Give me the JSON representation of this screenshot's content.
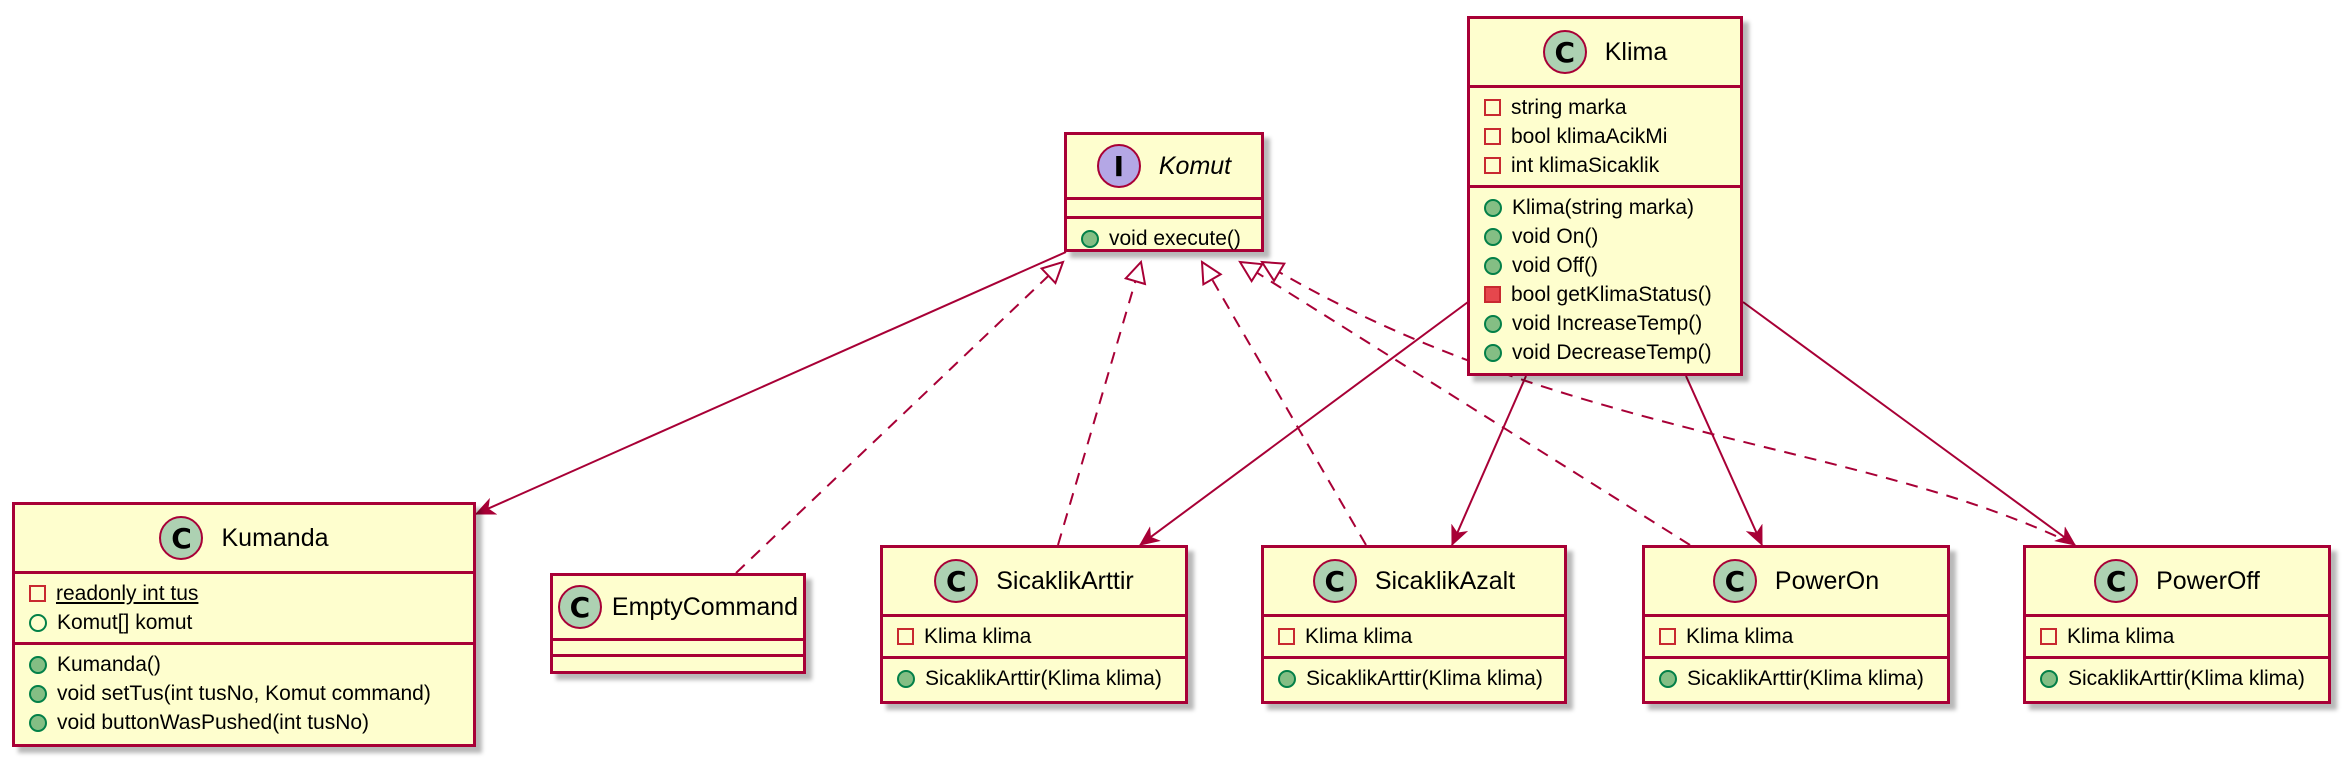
{
  "diagram": {
    "classes": {
      "komut": {
        "stereotype": "I",
        "name": "Komut",
        "attributes": [],
        "methods": [
          {
            "vis": "public",
            "text": "void execute()"
          }
        ]
      },
      "klima": {
        "stereotype": "C",
        "name": "Klima",
        "attributes": [
          {
            "vis": "private",
            "text": "string marka"
          },
          {
            "vis": "private",
            "text": "bool klimaAcikMi"
          },
          {
            "vis": "private",
            "text": "int klimaSicaklik"
          }
        ],
        "methods": [
          {
            "vis": "public",
            "text": "Klima(string marka)"
          },
          {
            "vis": "public",
            "text": "void On()"
          },
          {
            "vis": "public",
            "text": "void Off()"
          },
          {
            "vis": "private-method",
            "text": "bool getKlimaStatus()"
          },
          {
            "vis": "public",
            "text": "void IncreaseTemp()"
          },
          {
            "vis": "public",
            "text": "void DecreaseTemp()"
          }
        ]
      },
      "kumanda": {
        "stereotype": "C",
        "name": "Kumanda",
        "attributes": [
          {
            "vis": "private",
            "text": "readonly int tus",
            "static": true
          },
          {
            "vis": "public-field",
            "text": "Komut[] komut"
          }
        ],
        "methods": [
          {
            "vis": "public",
            "text": "Kumanda()"
          },
          {
            "vis": "public",
            "text": "void setTus(int tusNo, Komut command)"
          },
          {
            "vis": "public",
            "text": "void buttonWasPushed(int tusNo)"
          }
        ]
      },
      "emptycommand": {
        "stereotype": "C",
        "name": "EmptyCommand",
        "attributes": [],
        "methods": []
      },
      "sicaklikarttir": {
        "stereotype": "C",
        "name": "SicaklikArttir",
        "attributes": [
          {
            "vis": "private",
            "text": "Klima klima"
          }
        ],
        "methods": [
          {
            "vis": "public",
            "text": "SicaklikArttir(Klima klima)"
          }
        ]
      },
      "sicaklikazalt": {
        "stereotype": "C",
        "name": "SicaklikAzalt",
        "attributes": [
          {
            "vis": "private",
            "text": "Klima klima"
          }
        ],
        "methods": [
          {
            "vis": "public",
            "text": "SicaklikArttir(Klima klima)"
          }
        ]
      },
      "poweron": {
        "stereotype": "C",
        "name": "PowerOn",
        "attributes": [
          {
            "vis": "private",
            "text": "Klima klima"
          }
        ],
        "methods": [
          {
            "vis": "public",
            "text": "SicaklikArttir(Klima klima)"
          }
        ]
      },
      "poweroff": {
        "stereotype": "C",
        "name": "PowerOff",
        "attributes": [
          {
            "vis": "private",
            "text": "Klima klima"
          }
        ],
        "methods": [
          {
            "vis": "public",
            "text": "SicaklikArttir(Klima klima)"
          }
        ]
      }
    },
    "relations": [
      {
        "from": "emptycommand",
        "to": "komut",
        "kind": "realization"
      },
      {
        "from": "sicaklikarttir",
        "to": "komut",
        "kind": "realization"
      },
      {
        "from": "sicaklikazalt",
        "to": "komut",
        "kind": "realization"
      },
      {
        "from": "poweron",
        "to": "komut",
        "kind": "realization"
      },
      {
        "from": "poweroff",
        "to": "komut",
        "kind": "realization"
      },
      {
        "from": "komut",
        "to": "kumanda",
        "kind": "association"
      },
      {
        "from": "klima",
        "to": "sicaklikarttir",
        "kind": "association"
      },
      {
        "from": "klima",
        "to": "sicaklikazalt",
        "kind": "association"
      },
      {
        "from": "klima",
        "to": "poweron",
        "kind": "association"
      },
      {
        "from": "klima",
        "to": "poweroff",
        "kind": "association"
      }
    ],
    "colors": {
      "border": "#A80036",
      "fill": "#FEFECE",
      "class_badge": "#ADD1B2",
      "interface_badge": "#B4A7E5",
      "public_icon": "#84BE84",
      "private_icon": "#C82930"
    }
  }
}
